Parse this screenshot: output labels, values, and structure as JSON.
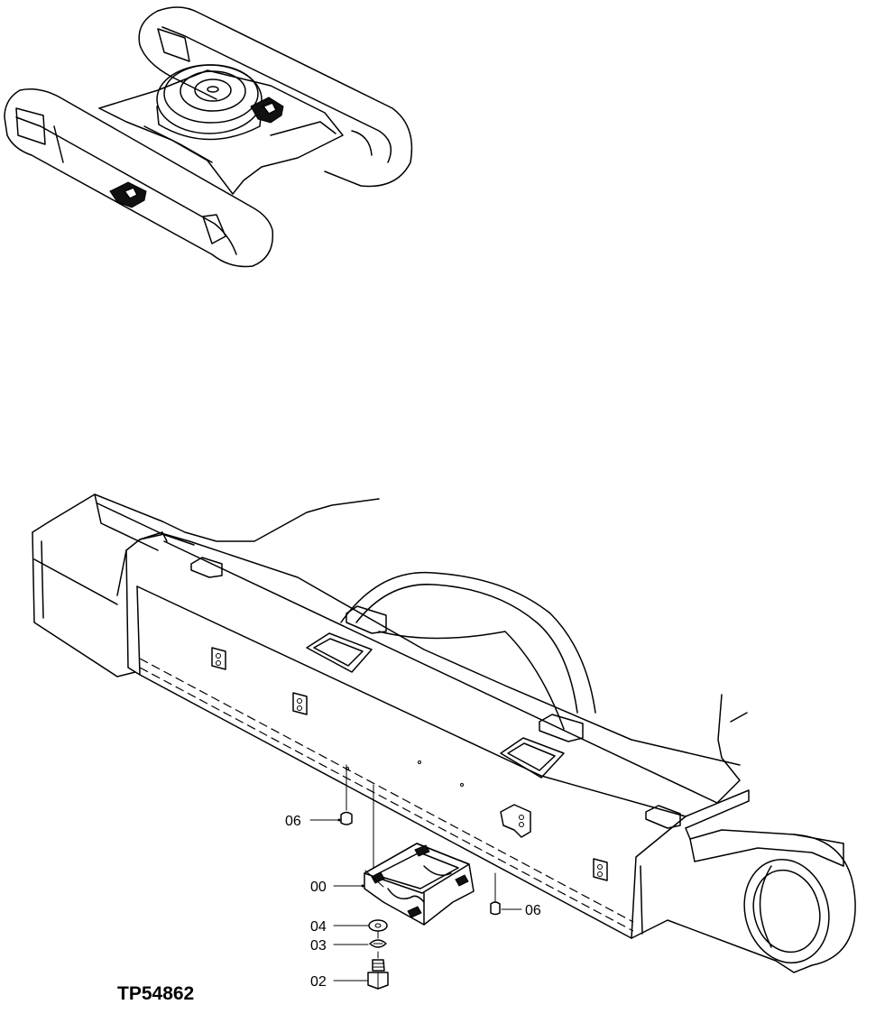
{
  "figure_id": "TP54862",
  "callouts": {
    "c00": "00",
    "c02": "02",
    "c03": "03",
    "c04": "04",
    "c06_left": "06",
    "c06_right": "06"
  },
  "colors": {
    "ink": "#000000",
    "paper": "#ffffff",
    "part_fill": "#111111"
  }
}
